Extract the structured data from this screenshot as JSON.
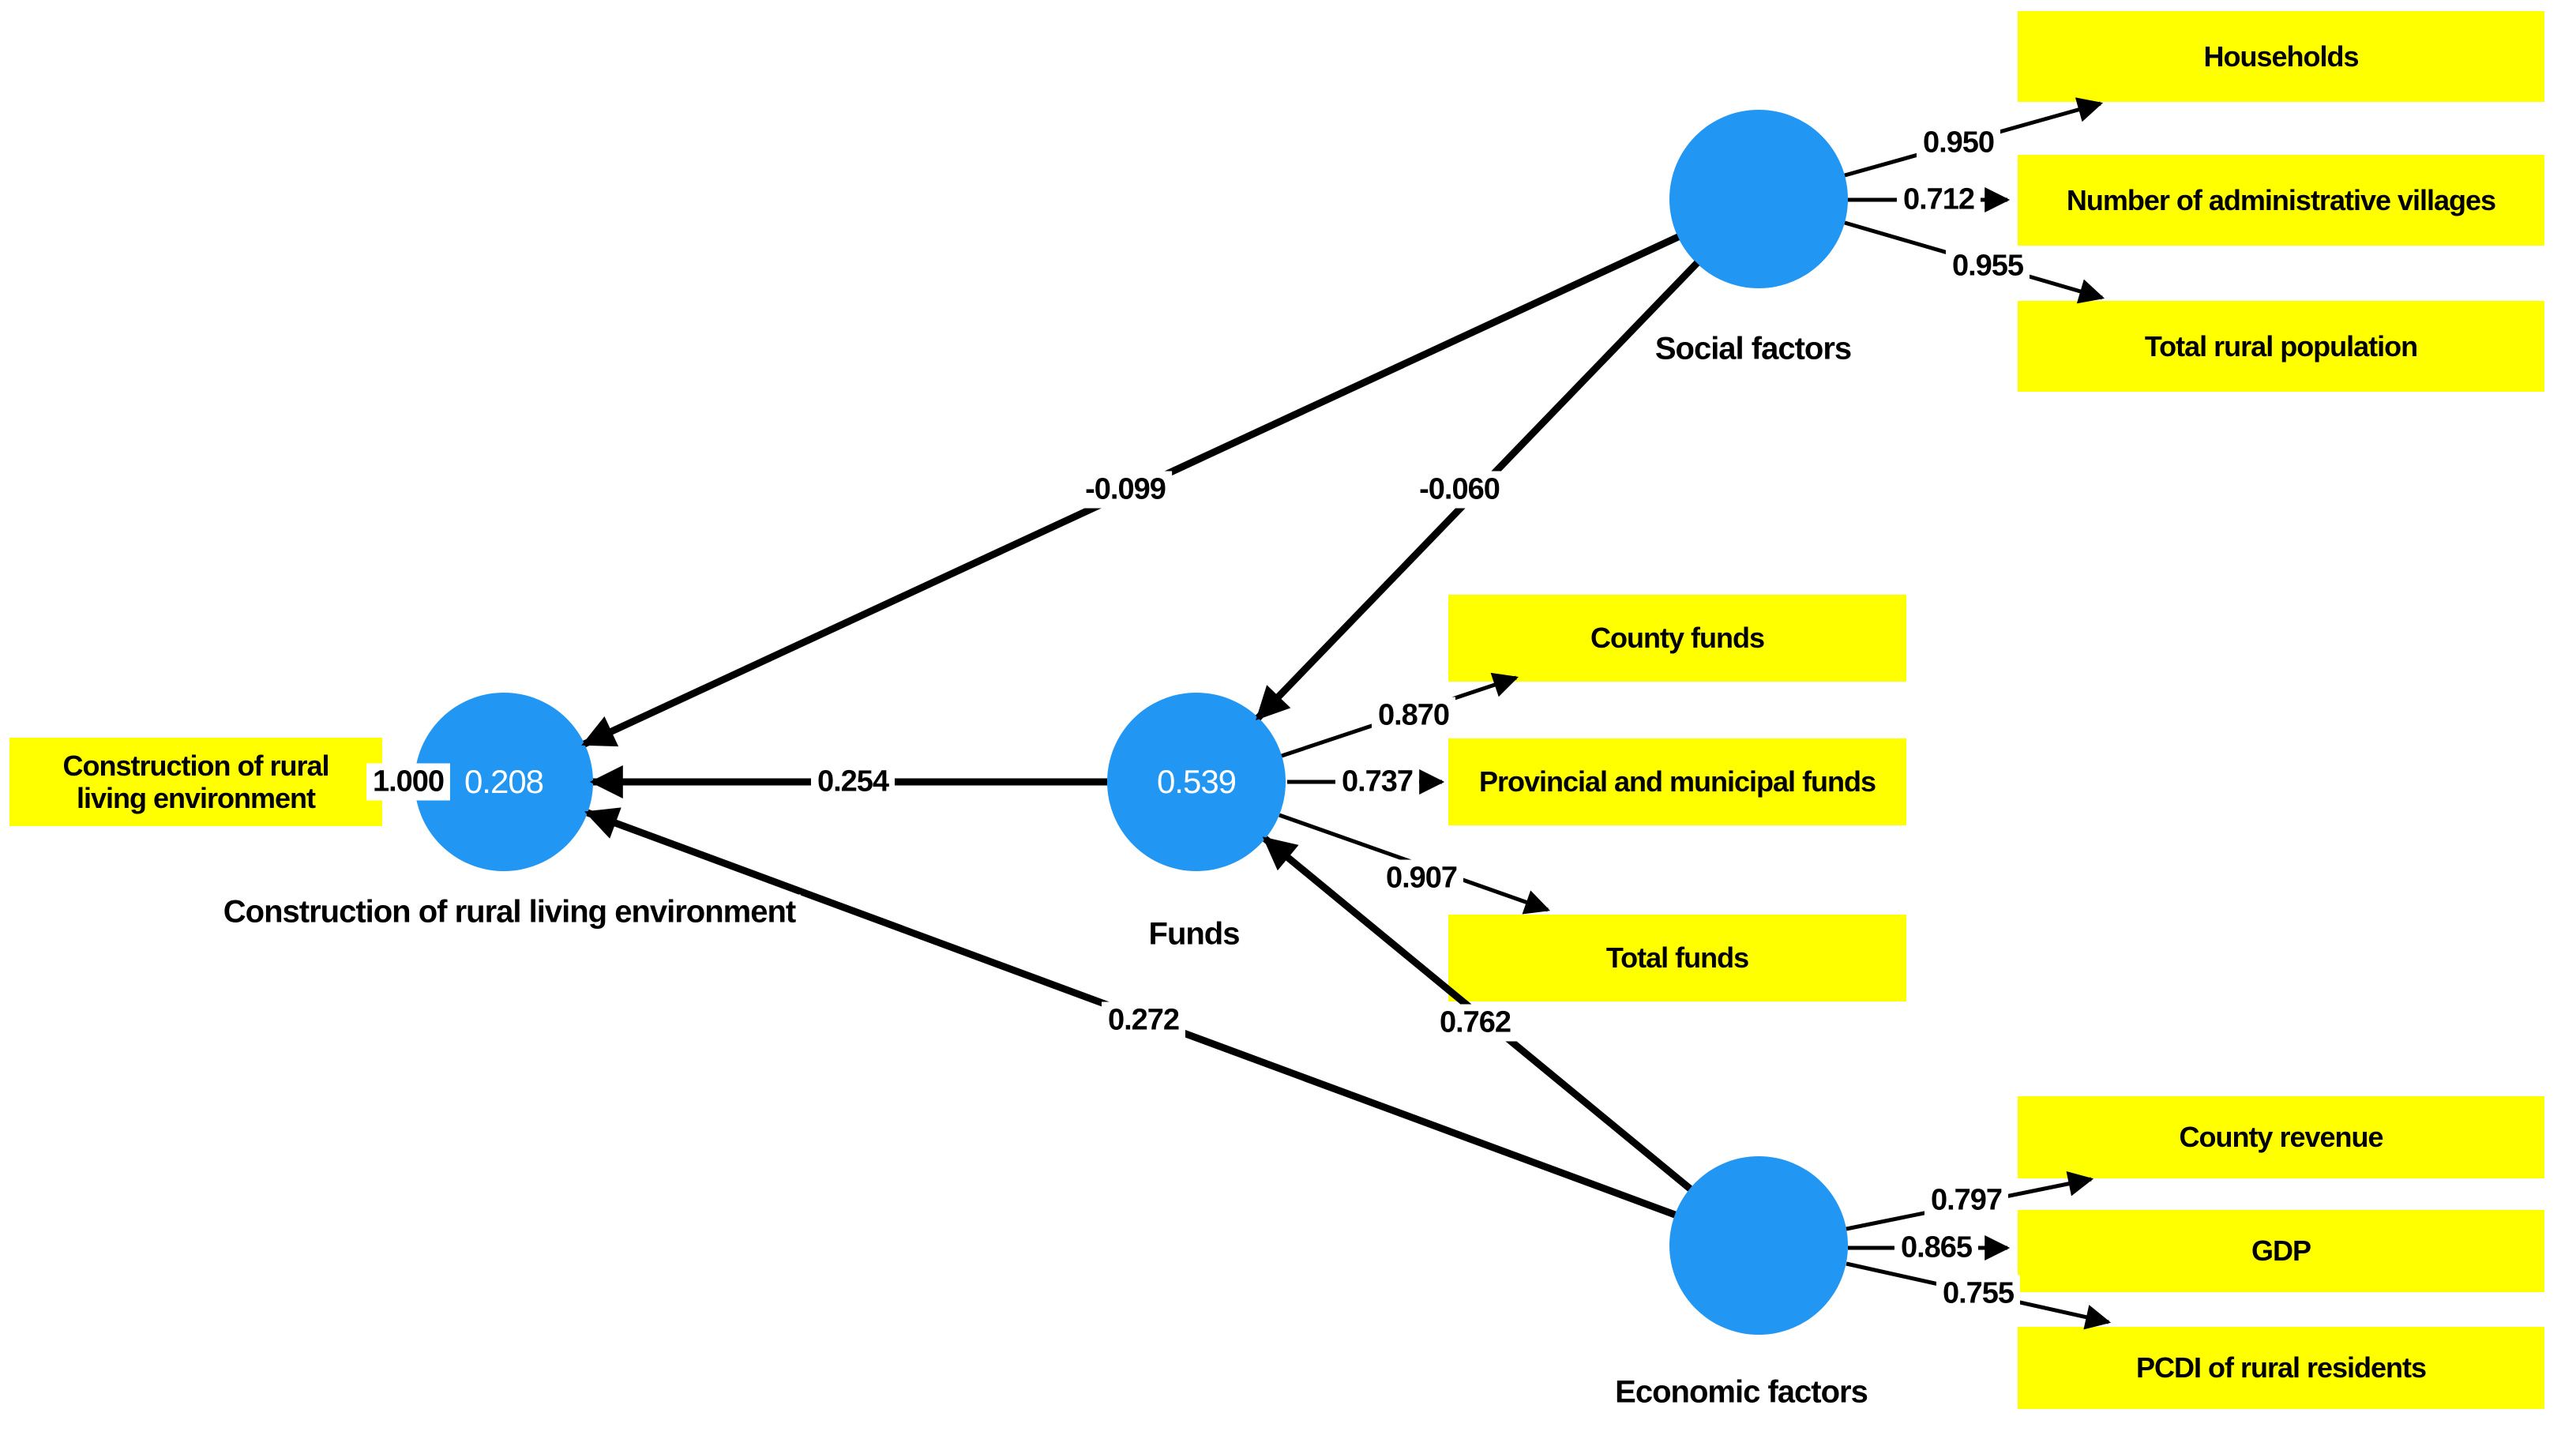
{
  "colors": {
    "node_fill": "#2196f3",
    "indicator_fill": "#ffff00",
    "arrow": "#000000",
    "background": "#ffffff",
    "node_value_text": "#ffffff",
    "text": "#000000"
  },
  "nodes": {
    "social": {
      "label": "Social factors"
    },
    "funds": {
      "label": "Funds",
      "r_squared": "0.539"
    },
    "construction": {
      "label": "Construction of rural living environment",
      "r_squared": "0.208"
    },
    "economic": {
      "label": "Economic factors"
    }
  },
  "indicators": {
    "households": "Households",
    "admin_villages": "Number of administrative villages",
    "rural_population": "Total rural population",
    "county_funds": "County funds",
    "provincial_municipal_funds": "Provincial and municipal funds",
    "total_funds": "Total funds",
    "county_revenue": "County revenue",
    "gdp": "GDP",
    "pcdi_rural_residents": "PCDI of rural residents",
    "construction_box": "Construction of rural living environment"
  },
  "coefficients": {
    "social_to_construction": "-0.099",
    "social_to_funds": "-0.060",
    "funds_to_construction": "0.254",
    "economic_to_construction": "0.272",
    "economic_to_funds": "0.762",
    "construction_to_indicator": "1.000",
    "social_to_households": "0.950",
    "social_to_admin_villages": "0.712",
    "social_to_rural_population": "0.955",
    "funds_to_county_funds": "0.870",
    "funds_to_provincial_municipal": "0.737",
    "funds_to_total_funds": "0.907",
    "economic_to_county_revenue": "0.797",
    "economic_to_gdp": "0.865",
    "economic_to_pcdi": "0.755"
  }
}
